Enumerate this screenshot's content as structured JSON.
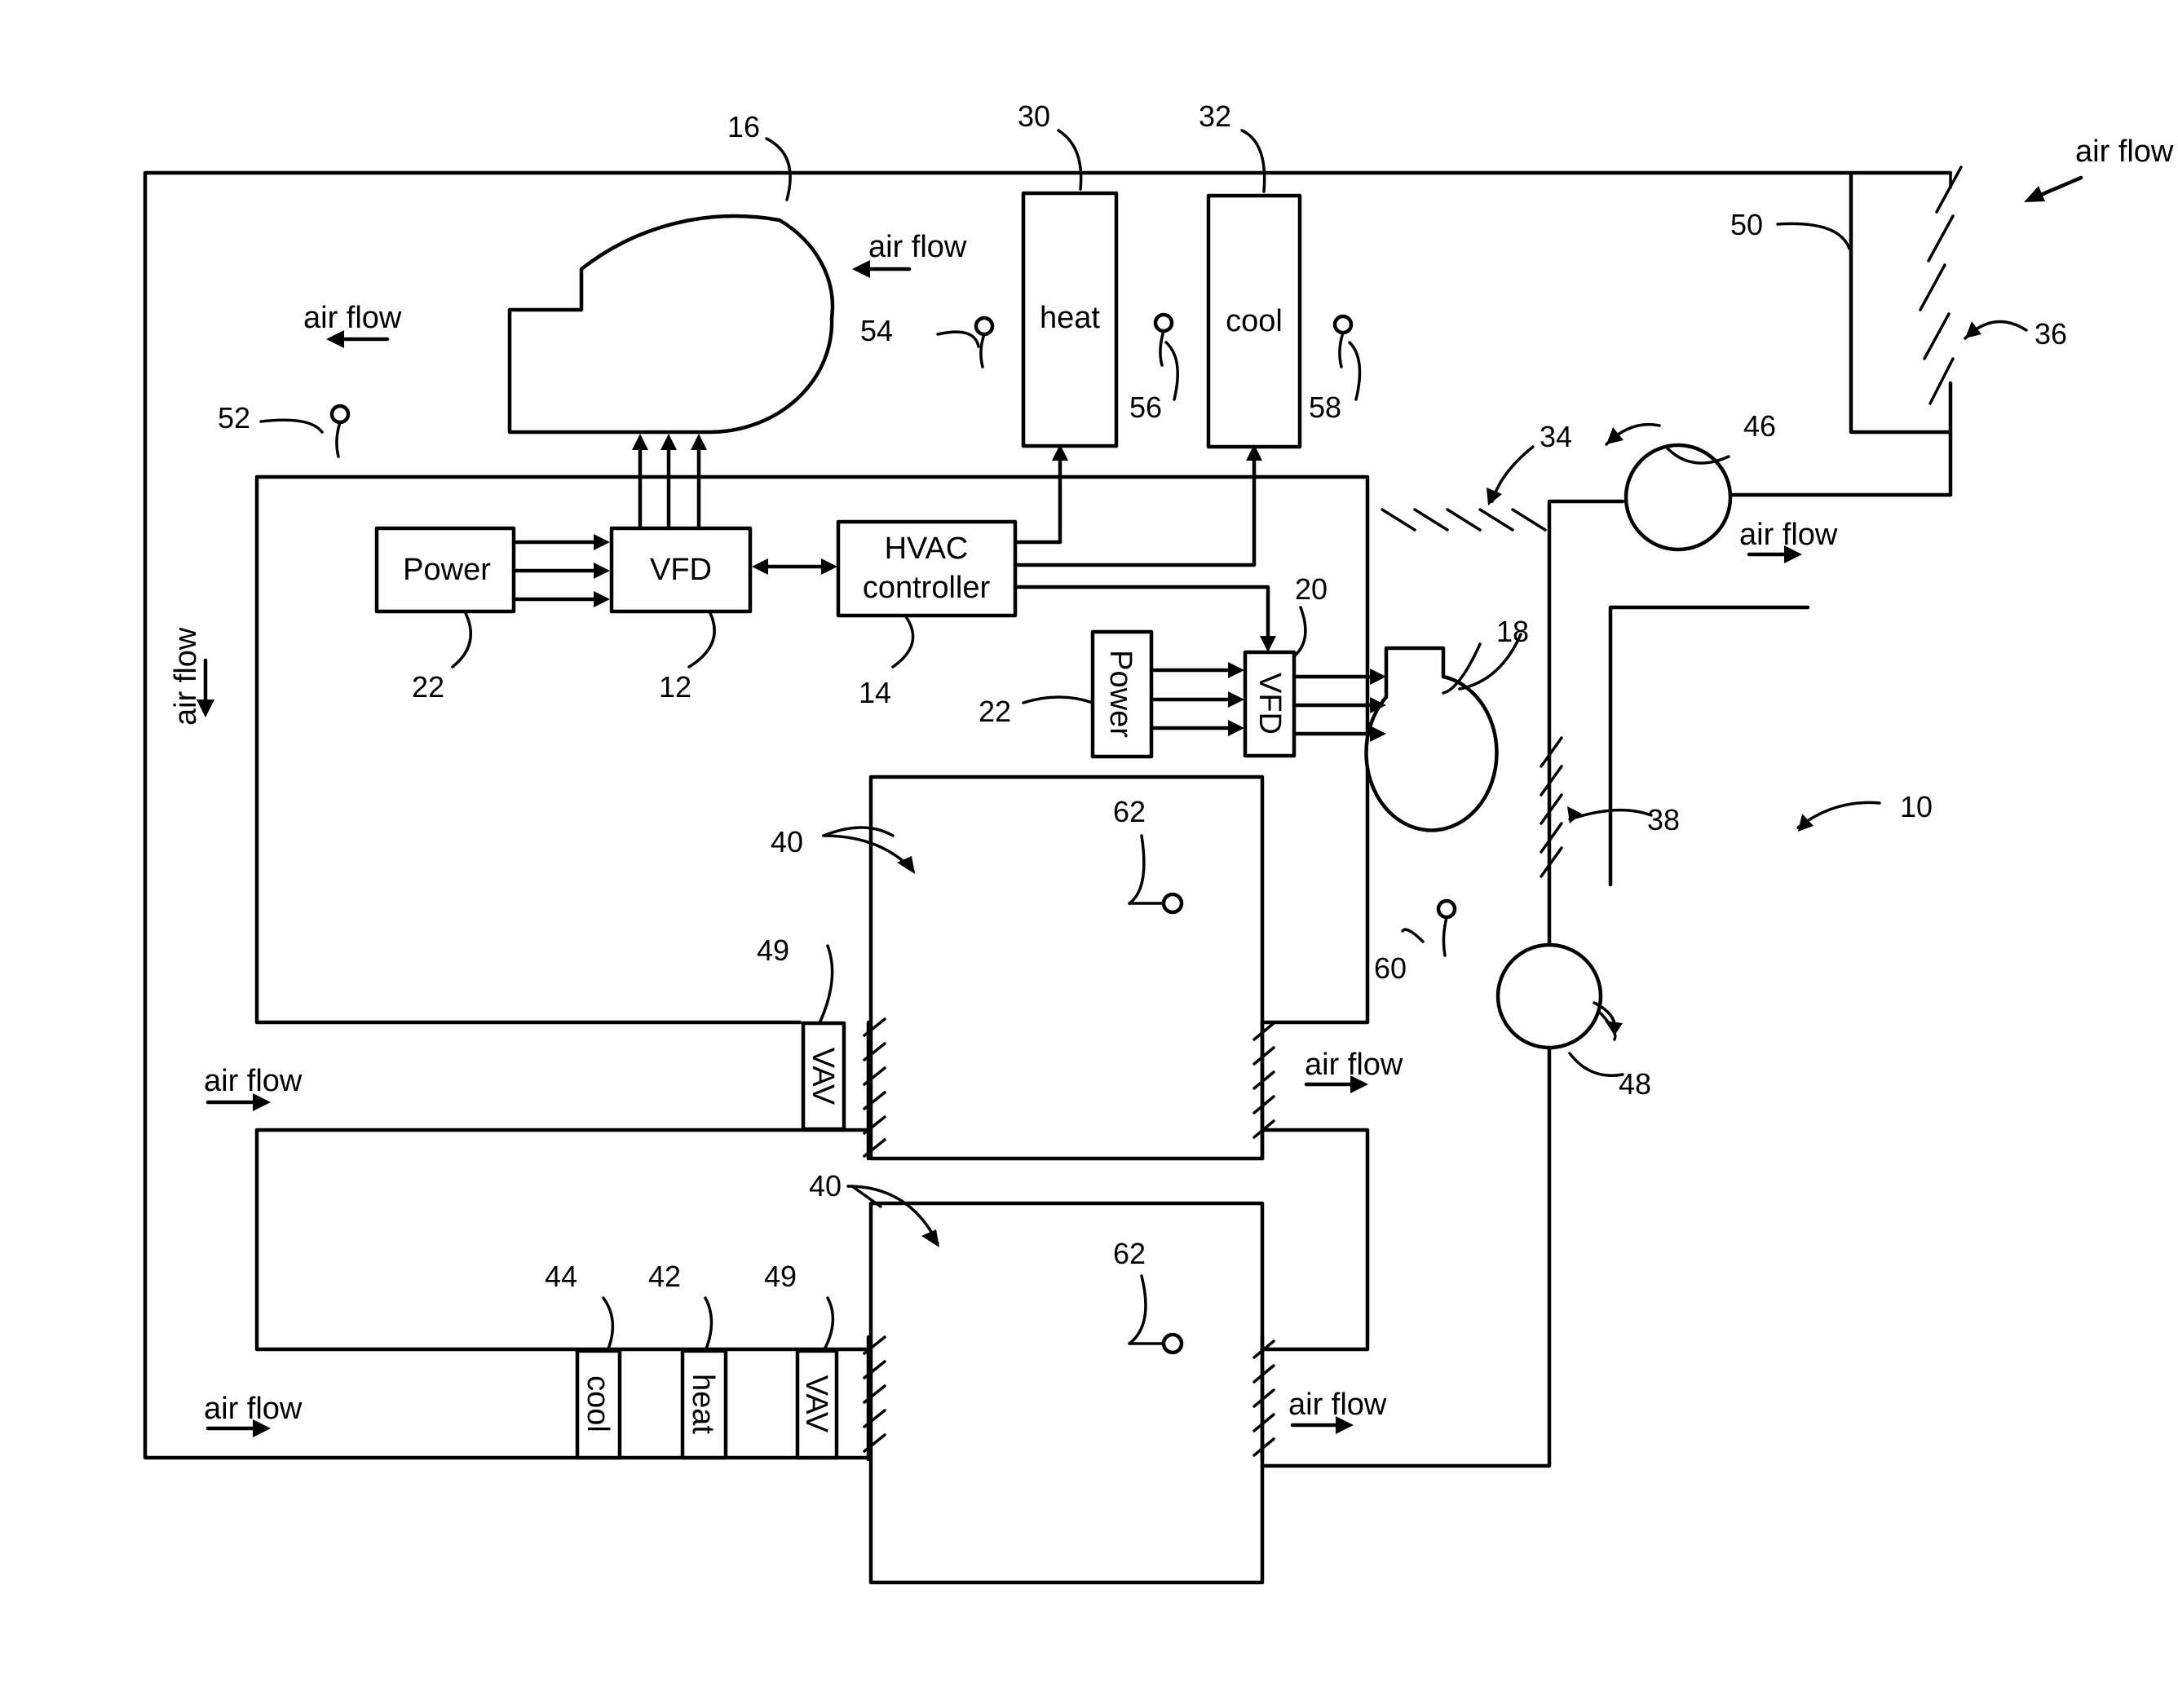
{
  "figure": {
    "labels": {
      "power": "Power",
      "vfd": "VFD",
      "hvac_controller_line1": "HVAC",
      "hvac_controller_line2": "controller",
      "heat": "heat",
      "cool": "cool",
      "vav": "VAV",
      "air_flow": "air flow"
    },
    "reference_numerals": {
      "system": "10",
      "vfd_main": "12",
      "hvac_controller": "14",
      "supply_fan": "16",
      "return_fan": "18",
      "vfd_return": "20",
      "power_supply": "22",
      "heating_coil": "30",
      "cooling_coil": "32",
      "damper_34": "34",
      "damper_36": "36",
      "damper_38": "38",
      "zone": "40",
      "zone_heat": "42",
      "zone_cool": "44",
      "fan_46": "46",
      "fan_48": "48",
      "vav_box": "49",
      "duct_50": "50",
      "sensor_52": "52",
      "sensor_54": "54",
      "sensor_56": "56",
      "sensor_58": "58",
      "sensor_60": "60",
      "sensor_62": "62"
    }
  }
}
